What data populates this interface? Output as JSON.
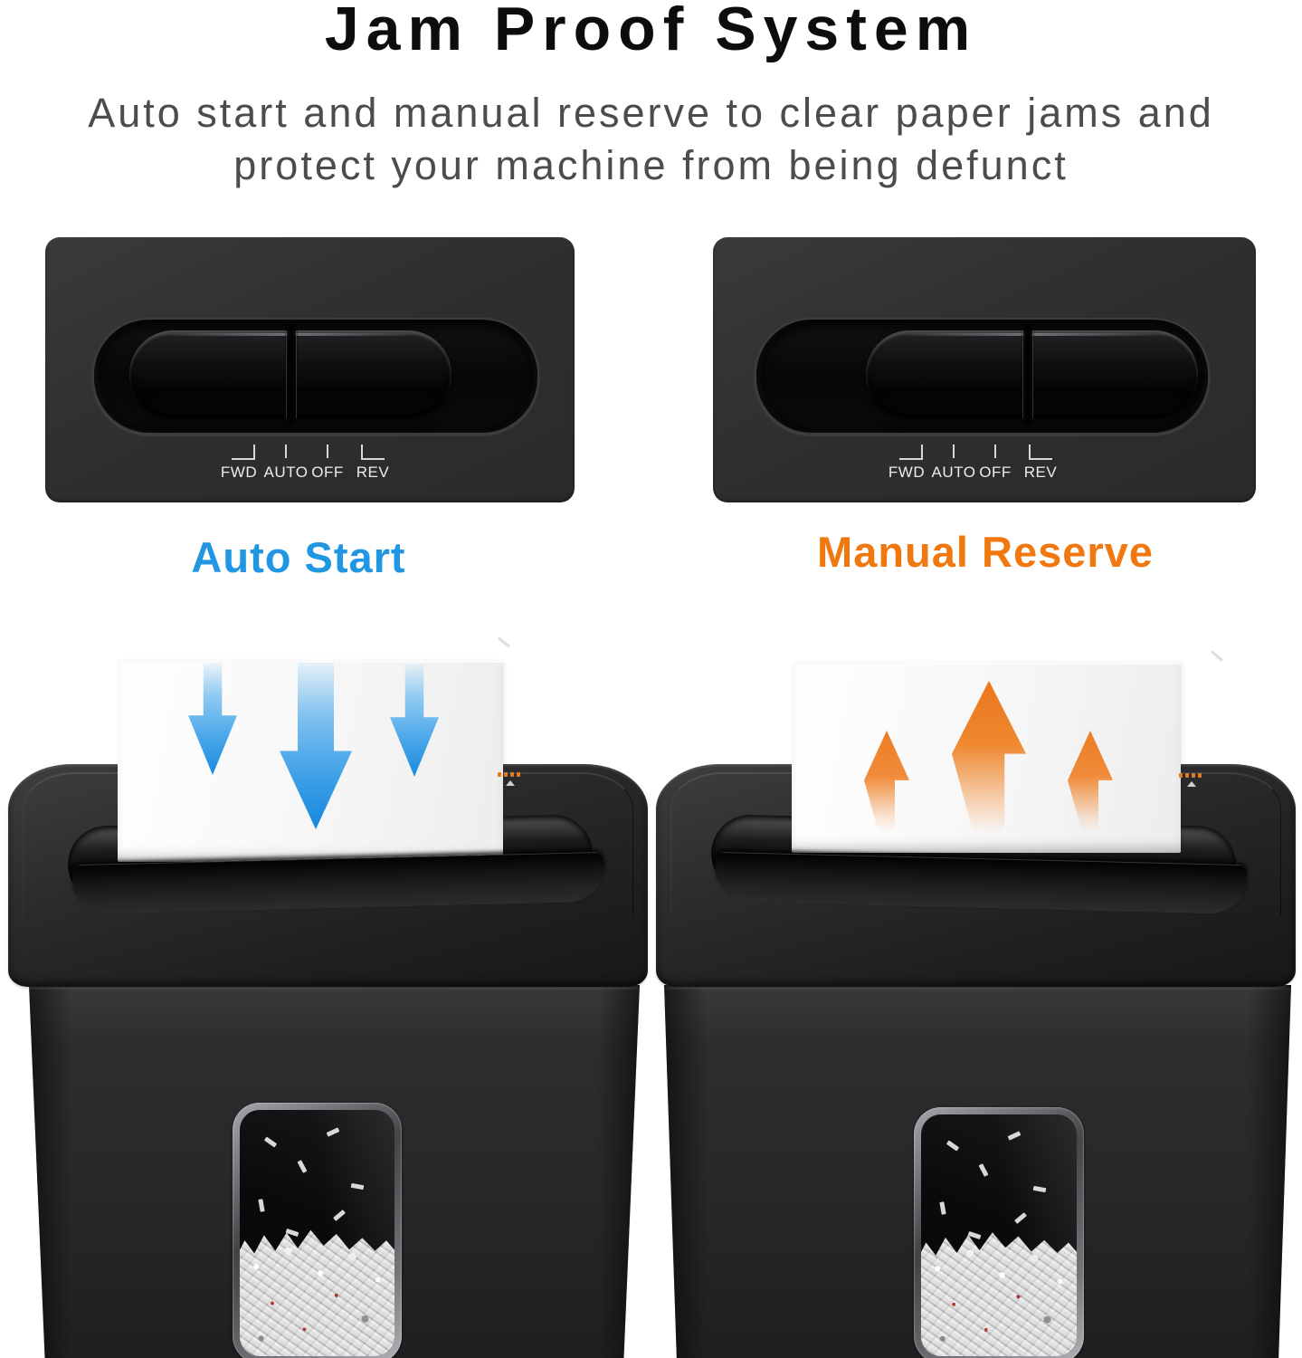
{
  "title": "Jam Proof System",
  "subtitle": {
    "line1": "Auto start and manual reserve to clear paper jams and",
    "line2": "protect your machine from being defunct"
  },
  "colors": {
    "title_text": "#0d0d0d",
    "subtitle_text": "#4c4c4e",
    "accent_blue": "#2196e3",
    "accent_orange": "#f0780f",
    "panel_body": "#303032",
    "arrow_blue": "#1b8ade",
    "arrow_orange": "#ed7d26"
  },
  "control_panels": [
    {
      "caption": "Auto Start",
      "switch_labels": [
        "FWD",
        "AUTO",
        "OFF",
        "REV"
      ],
      "knob_position": "AUTO"
    },
    {
      "caption": "Manual Reserve",
      "switch_labels": [
        "FWD",
        "AUTO",
        "OFF",
        "REV"
      ],
      "knob_position": "REV"
    }
  ],
  "shredders": [
    {
      "label": "auto-start-shredder",
      "paper_flow": "down"
    },
    {
      "label": "manual-reserve-shredder",
      "paper_flow": "up"
    }
  ]
}
